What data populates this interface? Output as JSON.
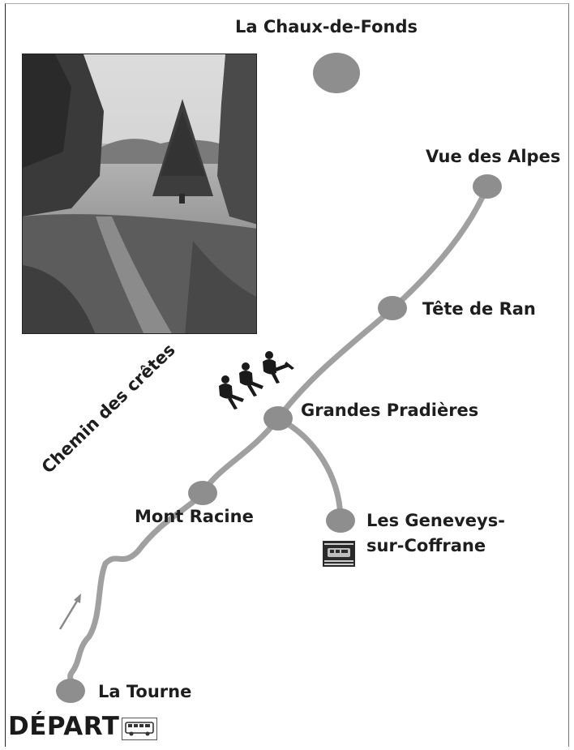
{
  "map": {
    "places": {
      "la_chaux_de_fonds": "La Chaux-de-Fonds",
      "vue_des_alpes": "Vue des Alpes",
      "tete_de_ran": "Tête de Ran",
      "grandes_pradieres": "Grandes Pradières",
      "mont_racine": "Mont Racine",
      "les_geneveys_line1": "Les Geneveys-",
      "les_geneveys_line2": "sur-Coffrane",
      "la_tourne": "La Tourne"
    },
    "trail_name": "Chemin des crêtes",
    "start_label": "DÉPART",
    "icons": {
      "start_transport": "bus-icon",
      "station": "train-icon",
      "activity": "hikers-icon",
      "direction": "arrow-icon",
      "photo": "forest-meadow-photo"
    },
    "colors": {
      "route": "#a0a0a0",
      "node": "#8e8e8e",
      "text": "#1e1e1e"
    }
  }
}
